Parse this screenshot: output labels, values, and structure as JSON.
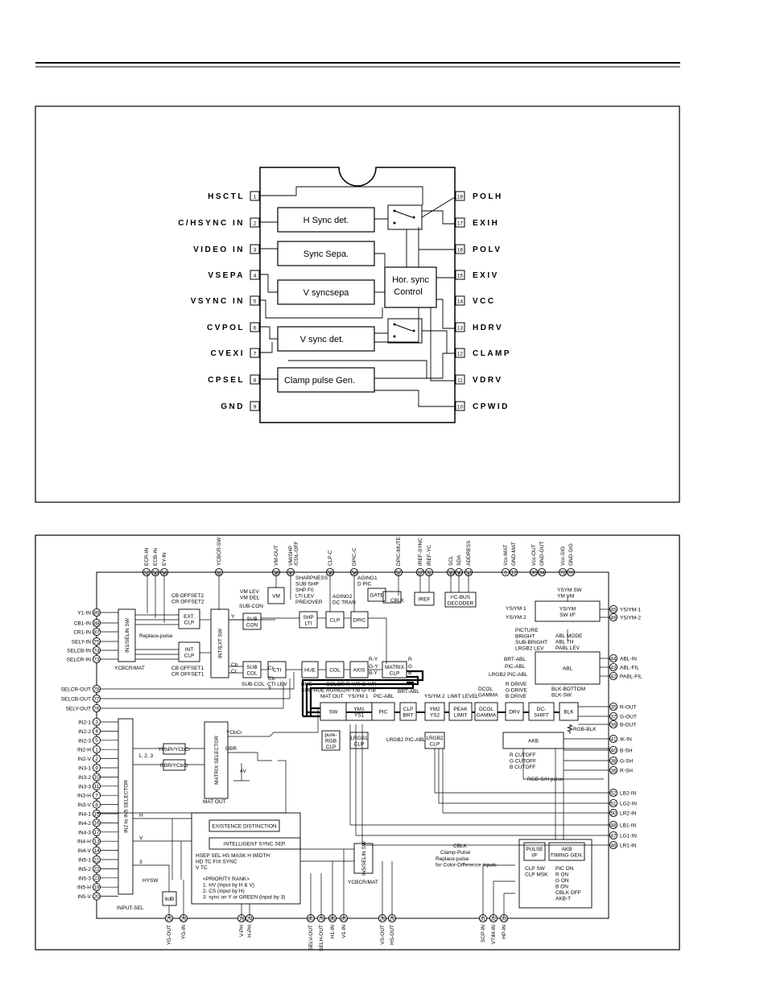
{
  "ic1": {
    "pins_left": [
      "HSCTL",
      "C/HSYNC IN",
      "VIDEO IN",
      "VSEPA",
      "VSYNC IN",
      "CVPOL",
      "CVEXI",
      "CPSEL",
      "GND"
    ],
    "pins_right": [
      "POLH",
      "EXIH",
      "POLV",
      "EXIV",
      "VCC",
      "HDRV",
      "CLAMP",
      "VDRV",
      "CPWID"
    ],
    "pin_numbers_left": [
      "1",
      "2",
      "3",
      "4",
      "5",
      "6",
      "7",
      "8",
      "9"
    ],
    "pin_numbers_right": [
      "18",
      "17",
      "16",
      "15",
      "14",
      "13",
      "12",
      "11",
      "10"
    ],
    "blocks": {
      "hsync": "H Sync det.",
      "syncsepa": "Sync Sepa.",
      "vsyncsepa": "V syncsepa",
      "horsync1": "Hor. sync",
      "horsync2": "Control",
      "vsyncdet": "V sync det.",
      "clamp": "Clamp pulse Gen."
    }
  },
  "ic2": {
    "top_pins": [
      {
        "n": "62",
        "l": "ECR-IN"
      },
      {
        "n": "63",
        "l": "ECB-IN"
      },
      {
        "n": "64",
        "l": "EY-IN"
      },
      {
        "n": "61",
        "l": "YCBCR-SW"
      },
      {
        "n": "59",
        "l": "VM-OUT"
      },
      {
        "n": "60",
        "l": "VM/SHP\n/COL-OFF"
      },
      {
        "n": "58",
        "l": "CLP-C"
      },
      {
        "n": "54",
        "l": "DPIC-C"
      },
      {
        "n": "57",
        "l": "DPIC-MUTE"
      },
      {
        "n": "27",
        "l": "IREF-SYNC"
      },
      {
        "n": "71",
        "l": "IREF-YC"
      },
      {
        "n": "55",
        "l": "SCL"
      },
      {
        "n": "56",
        "l": "SDA"
      },
      {
        "n": "53",
        "l": "ADDRESS"
      },
      {
        "n": "6",
        "l": "Vcc-MAT"
      },
      {
        "n": "12",
        "l": "GND-MAT"
      },
      {
        "n": "30",
        "l": "Vcc-OUT"
      },
      {
        "n": "34",
        "l": "GND-OUT"
      },
      {
        "n": "72",
        "l": "Vcc-SIG"
      },
      {
        "n": "70",
        "l": "GND-SIG"
      }
    ],
    "left_pins_a": [
      {
        "n": "89",
        "l": "Y1-IN"
      },
      {
        "n": "88",
        "l": "CB1-IN"
      },
      {
        "n": "87",
        "l": "CR1-IN"
      },
      {
        "n": "75",
        "l": "SELY-IN"
      },
      {
        "n": "74",
        "l": "SELCB-IN"
      },
      {
        "n": "73",
        "l": "SELCR-IN"
      }
    ],
    "left_pins_b": [
      {
        "n": "78",
        "l": "SELCR-OUT"
      },
      {
        "n": "77",
        "l": "SELCB-OUT"
      },
      {
        "n": "76",
        "l": "SELY-OUT"
      }
    ],
    "left_pins_c": [
      {
        "n": "3",
        "l": "IN2-1"
      },
      {
        "n": "4",
        "l": "IN2-2"
      },
      {
        "n": "5",
        "l": "IN2-3"
      },
      {
        "n": "1",
        "l": "IN2-H"
      },
      {
        "n": "2",
        "l": "IN2-V"
      },
      {
        "n": "9",
        "l": "IN3-1"
      },
      {
        "n": "10",
        "l": "IN3-2"
      },
      {
        "n": "11",
        "l": "IN3-3"
      },
      {
        "n": "7",
        "l": "IN3-H"
      },
      {
        "n": "8",
        "l": "IN3-V"
      },
      {
        "n": "15",
        "l": "IN4-1"
      },
      {
        "n": "16",
        "l": "IN4-2"
      },
      {
        "n": "17",
        "l": "IN4-3"
      },
      {
        "n": "13",
        "l": "IN4-H"
      },
      {
        "n": "14",
        "l": "IN4-V"
      },
      {
        "n": "21",
        "l": "IN5-1"
      },
      {
        "n": "22",
        "l": "IN5-2"
      },
      {
        "n": "23",
        "l": "IN5-3"
      },
      {
        "n": "19",
        "l": "IN5-H"
      },
      {
        "n": "20",
        "l": "IN5-V"
      }
    ],
    "right_pins": [
      {
        "n": "45",
        "l": "YS/YM-1"
      },
      {
        "n": "49",
        "l": "YS/YM-2"
      },
      {
        "n": "44",
        "l": "ABL-IN"
      },
      {
        "n": "43",
        "l": "ABL-FIL"
      },
      {
        "n": "42",
        "l": "PABL-FIL"
      },
      {
        "n": "35",
        "l": "R-OUT"
      },
      {
        "n": "37",
        "l": "G-OUT"
      },
      {
        "n": "39",
        "l": "B-OUT"
      },
      {
        "n": "41",
        "l": "IK-IN"
      },
      {
        "n": "40",
        "l": "B-SH"
      },
      {
        "n": "38",
        "l": "G-SH"
      },
      {
        "n": "36",
        "l": "R-SH"
      },
      {
        "n": "52",
        "l": "LB2-IN"
      },
      {
        "n": "51",
        "l": "LG2-IN"
      },
      {
        "n": "50",
        "l": "LR2-IN"
      },
      {
        "n": "48",
        "l": "LB1-IN"
      },
      {
        "n": "47",
        "l": "LG1-IN"
      },
      {
        "n": "46",
        "l": "LR1-IN"
      }
    ],
    "bottom_pins": [
      {
        "n": "25",
        "l": "YG-OUT"
      },
      {
        "n": "26",
        "l": "YG-IN"
      },
      {
        "n": "18",
        "l": "V-PH"
      },
      {
        "n": "24",
        "l": "H-PH"
      },
      {
        "n": "80",
        "l": "SELV-OUT"
      },
      {
        "n": "79",
        "l": "SELH-OUT"
      },
      {
        "n": "86",
        "l": "H1-IN"
      },
      {
        "n": "85",
        "l": "V1-IN"
      },
      {
        "n": "28",
        "l": "VS-OUT"
      },
      {
        "n": "29",
        "l": "HS-OUT"
      },
      {
        "n": "31",
        "l": "SCP-IN"
      },
      {
        "n": "32",
        "l": "VTIM-IN"
      },
      {
        "n": "33",
        "l": "HP-IN"
      }
    ],
    "blocks": {
      "in1sel": "IN1/SELIN SW",
      "ext1": "EXT.",
      "ext2": "CLP",
      "int1": "INT",
      "int2": "CLP",
      "intext": "INT/EXT SW",
      "vm": "VM",
      "sub1": "SUB",
      "sub2": "CON",
      "shp1": "SHP",
      "shp2": "LTI",
      "clp": "CLP",
      "dpic": "DPIC",
      "gate": "GATE",
      "iref": "IREF",
      "pcbus1": "I²C-BUS",
      "pcbus2": "DECODER",
      "ysym1": "YS/YM",
      "ysym2": "SW I/F",
      "subcol1": "SUB",
      "subcol2": "COL",
      "cti": "CTI",
      "hue": "HUE",
      "col": "COL",
      "axis": "AXIS",
      "matrix1": "MATRIX",
      "matrix2": "CLP",
      "abl": "ABL",
      "sw": "SW",
      "ym1a": "YM1",
      "ym1b": "YS1",
      "pic": "PIC",
      "clpbrt1": "CLP",
      "clpbrt2": "BRT",
      "ym2a": "YM2",
      "ym2b": "YS2",
      "peak1": "PEAK",
      "peak2": "LIMIT",
      "dcol1": "DCOL",
      "dcol2": "GAMMA",
      "drv": "DRV",
      "dcshift1": "DC-",
      "dcshift2": "SHIFT",
      "blk": "BLK",
      "akb": "AKB",
      "purergb1": "pure-",
      "purergb2": "RGB",
      "purergb3": "CLP",
      "lrgb1a": "LRGB1",
      "lrgb1b": "CLP",
      "lrgb2a": "LRGB2",
      "lrgb2b": "CLP",
      "in2to5": "IN2 to IN5 SELECTOR",
      "ypbpr": "YPbPr/YCbCr",
      "gbr": "GBR/YCbCr",
      "matsel": "MATRIX SELECTOR",
      "existence": "EXISTENCE DISTINCTION",
      "intsync": "INTELLIGENT SYNC SEP.",
      "in5sel": "IN5/SELIN SW",
      "db6": "6dB",
      "pulse1": "PULSE",
      "pulse2": "I/F",
      "akbtim1": "AKB",
      "akbtim2": "TIMING GEN."
    },
    "labels": {
      "cbcr_offset2": "CB OFFSET2\nCR OFFSET2",
      "replace_pulse": "Replace-pulse",
      "ycbcr_mat": "YCBCR/MAT",
      "cbcr_offset1": "CB OFFSET1\nCR OFFSET1",
      "vm_lev": "VM LEV\nVM DEL",
      "sub_con": "SUB-CON",
      "sharpness": "SHARPNESS\nSUB-SHP\nSHP F0\nLTI LEV\nPRE/OVER",
      "aging2": "AGING2\nDC TRAN",
      "aging1": "AGING1\nD PIC",
      "cblk": "CBLK",
      "ysym_sw": "YSYM SW\nYM VM",
      "picture": "PICTURE\nBRIGHT\nSUB-BRIGHT\nLRGB2 LEV",
      "abl_mode": "ABL MODE\nABL TH\nPABL LEV",
      "brt_abl": "BRT-ABL",
      "pic_abl": "PIC-ABL",
      "lrgb2_pic_abl": "LRGB2 PIC-ABL",
      "sub_col": "SUB-COL",
      "cti_lev": "CTI LEV",
      "hue_lbl": "HUE\nSUB-HUE",
      "color_lbl": "COLOR\nAGING2",
      "axis_lbl": "R-Y/R G-Y/R\nR-Y/B G-Y/B",
      "ry": "R-Y",
      "gy": "G-Y",
      "by": "B-Y",
      "r": "R",
      "g": "G",
      "b": "B",
      "mat_out": "MAT OUT",
      "ys_ym1": "YS/YM 1",
      "pic_abl2": "PIC-ABL",
      "brt_abl2": "BRT-ABL",
      "ys_ym2": "YS/YM 2",
      "limit_level": "LIMIT LEVEL",
      "dcol_gamma": "DCOL\nGAMMA",
      "rgb_drive": "R DRIVE\nG DRIVE\nB DRIVE",
      "blk_bottom": "BLK-BOTTOM\nBLK-SW",
      "rgb_blk": "RGB-BLK",
      "cutoff": "R CUTOFF\nG CUTOFF\nB CUTOFF",
      "rgb_sh": "RGB-S/H pulse",
      "lrgb2_pic_abl2": "LRGB2 PIC-ABL",
      "cr": "Cr",
      "cb": "Cb",
      "y": "Y",
      "y2": "Y",
      "cb2": "Cb",
      "cr2": "Cr",
      "ycbcr": "YCbCr",
      "gbr_lbl": "GBR",
      "v4": "4V",
      "n123": "1, 2, 3",
      "h": "H",
      "v": "V",
      "n3": "3",
      "hysw": "HYSW",
      "input_sel": "INPUT-SEL",
      "mat_out2": "MAT OUT",
      "hsep": "HSEP SEL  HS MASK  H WIDTH\nHD TC       FIX SYNC\nV TC",
      "priority": "<PRIORITY RANK>\n1. HV (input by H & V)\n2. CS (input by H)\n3. sync on Y or GREEN (input by 3)",
      "ycbcr_mat2": "YCBCR/MAT",
      "cblk2": "CBLK",
      "clamp_pulse": "Clamp-Pulse",
      "replace_pulse2": "Replace-pulse\nfor Color-Difference inputs",
      "clp_sw": "CLP SW\nCLP MSK",
      "pic_on": "PIC ON\nR ON\nG ON\nB ON\nCBLK OFF\nAKB-T",
      "ys_ym1_lbl": "YS/YM 1",
      "ys_ym2_lbl": "YS/YM 2"
    }
  }
}
